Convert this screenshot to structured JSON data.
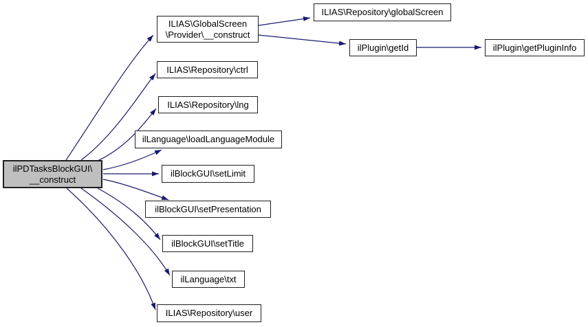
{
  "diagram_type": "call-graph",
  "colors": {
    "edge": "#191970",
    "node_border": "#1f1f1f",
    "node_fill": "#ffffff",
    "root_fill": "#bfbfbf",
    "background": "#ffffff",
    "text": "#000000"
  },
  "nodes": {
    "root": {
      "label": "ilPDTasksBlockGUI\\__construct",
      "line1": "ilPDTasksBlockGUI\\",
      "line2": "__construct"
    },
    "provider": {
      "label": "ILIAS\\GlobalScreen\\Provider\\__construct",
      "line1": "ILIAS\\GlobalScreen",
      "line2": "\\Provider\\__construct"
    },
    "ctrl": {
      "label": "ILIAS\\Repository\\ctrl"
    },
    "lng": {
      "label": "ILIAS\\Repository\\lng"
    },
    "loadlang": {
      "label": "ilLanguage\\loadLanguageModule"
    },
    "setlimit": {
      "label": "ilBlockGUI\\setLimit"
    },
    "setpres": {
      "label": "ilBlockGUI\\setPresentation"
    },
    "settitle": {
      "label": "ilBlockGUI\\setTitle"
    },
    "txt": {
      "label": "ilLanguage\\txt"
    },
    "user": {
      "label": "ILIAS\\Repository\\user"
    },
    "globalscreen": {
      "label": "ILIAS\\Repository\\globalScreen"
    },
    "getid": {
      "label": "ilPlugin\\getId"
    },
    "getplugininfo": {
      "label": "ilPlugin\\getPluginInfo"
    }
  },
  "edges": [
    {
      "from": "root",
      "to": "provider"
    },
    {
      "from": "root",
      "to": "ctrl"
    },
    {
      "from": "root",
      "to": "lng"
    },
    {
      "from": "root",
      "to": "loadlang"
    },
    {
      "from": "root",
      "to": "setlimit"
    },
    {
      "from": "root",
      "to": "setpres"
    },
    {
      "from": "root",
      "to": "settitle"
    },
    {
      "from": "root",
      "to": "txt"
    },
    {
      "from": "root",
      "to": "user"
    },
    {
      "from": "provider",
      "to": "globalscreen"
    },
    {
      "from": "provider",
      "to": "getid"
    },
    {
      "from": "getid",
      "to": "getplugininfo"
    }
  ]
}
